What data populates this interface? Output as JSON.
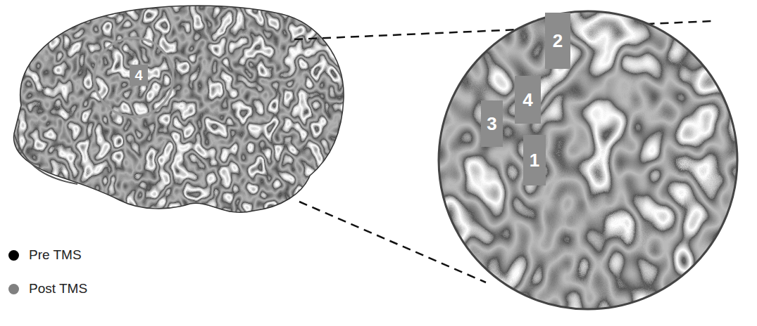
{
  "diagram": {
    "nodes": [
      {
        "text": [
          "4"
        ]
      },
      {
        "text": [
          "2"
        ]
      },
      {
        "text": [
          "4"
        ]
      },
      {
        "text": [
          "3"
        ]
      },
      {
        "text": [
          "1"
        ]
      }
    ],
    "legend": [
      {
        "text": "Pre TMS",
        "color": "#000000"
      },
      {
        "text": "Post TMS",
        "color": "#808080"
      }
    ]
  }
}
